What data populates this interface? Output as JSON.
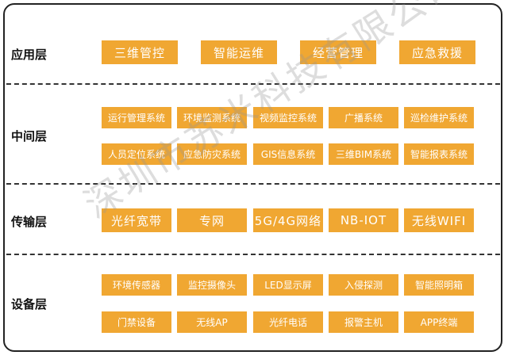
{
  "layers": [
    {
      "label": "应用层",
      "items": [
        "三维管控",
        "智能运维",
        "经营管理",
        "应急救援"
      ]
    },
    {
      "label": "中间层",
      "items": [
        "运行管理系统",
        "环境监测系统",
        "视频监控系统",
        "广播系统",
        "巡检维护系统",
        "人员定位系统",
        "应急防灾系统",
        "GIS信息系统",
        "三维BIM系统",
        "智能报表系统"
      ]
    },
    {
      "label": "传输层",
      "items": [
        "光纤宽带",
        "专网",
        "5G/4G网络",
        "NB-IOT",
        "无线WIFI"
      ]
    },
    {
      "label": "设备层",
      "items": [
        "环境传感器",
        "监控摄像头",
        "LED显示屏",
        "入侵探测",
        "智能照明箱",
        "门禁设备",
        "无线AP",
        "光纤电话",
        "报警主机",
        "APP终端"
      ]
    }
  ],
  "watermark": "深圳市苏米科技有限公司",
  "colors": {
    "tile": "#f0a732",
    "tile_text": "#ffffff",
    "border": "#222222"
  }
}
